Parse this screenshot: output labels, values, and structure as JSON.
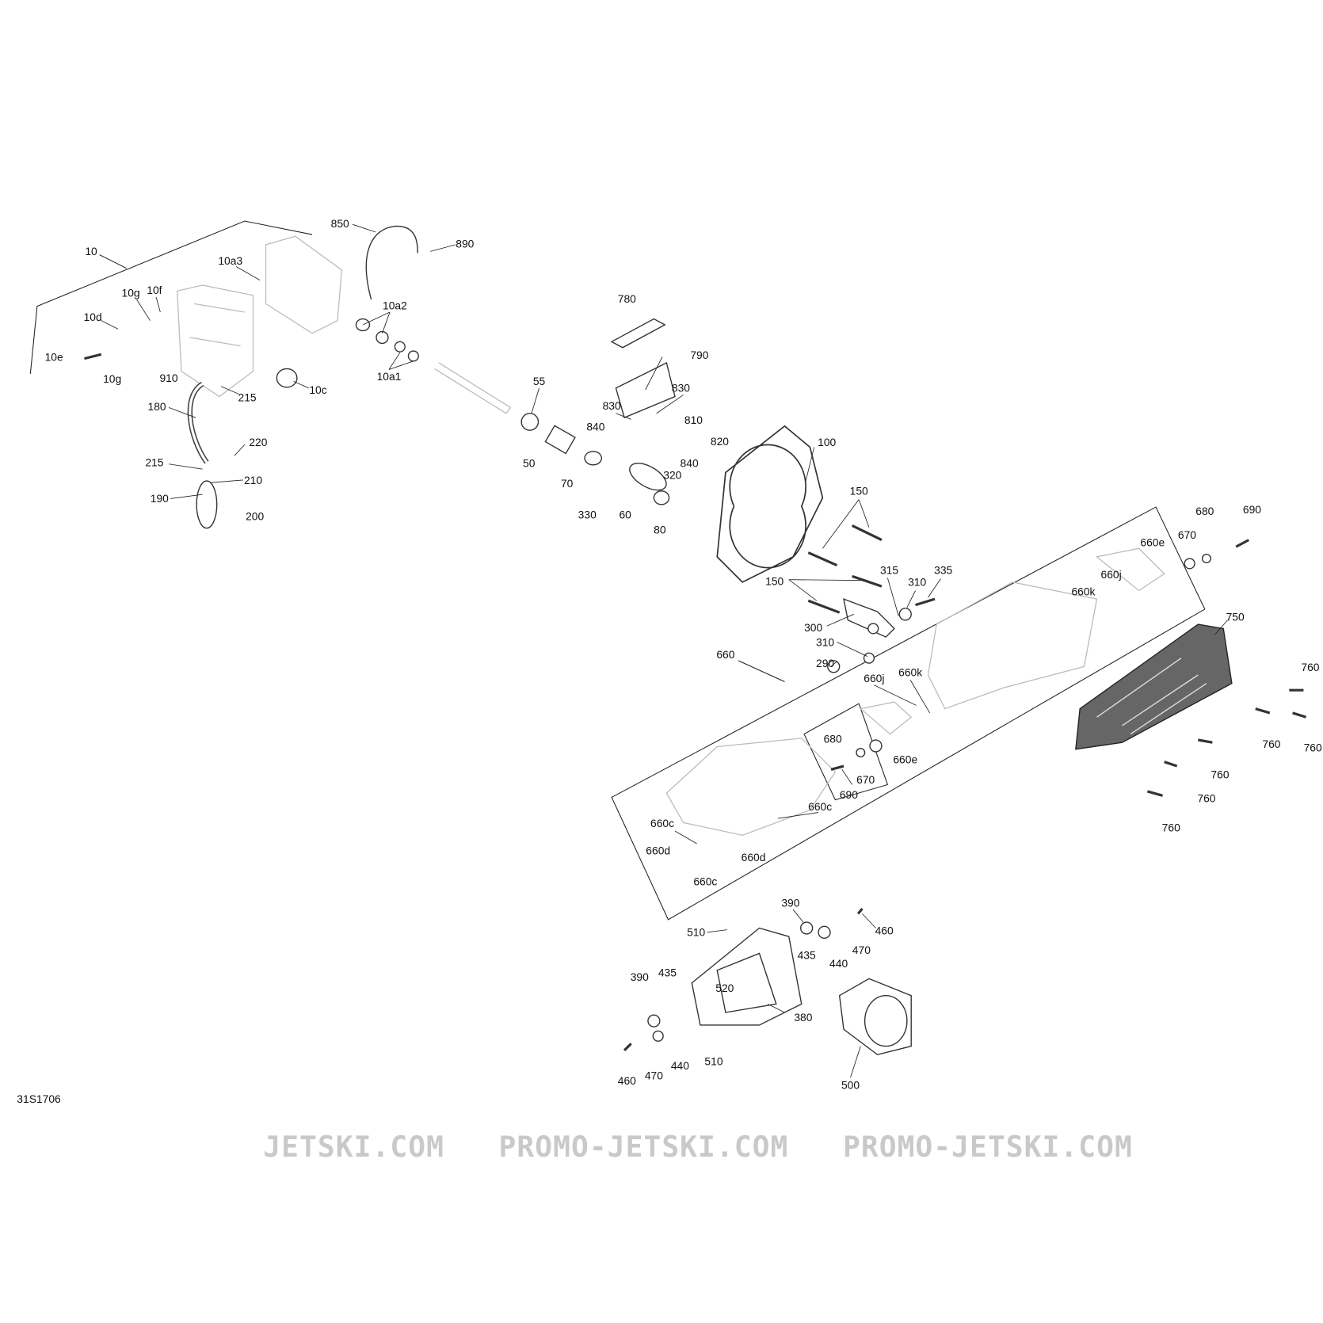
{
  "diagram_code": "31S1706",
  "watermark": "JETSKI.COM   PROMO-JETSKI.COM   PROMO-JETSKI.COM",
  "colors": {
    "line": "#222222",
    "part_outline": "#555555",
    "ghost_part": "#bbbbbb",
    "watermark": "#c9c9c9"
  },
  "callouts": [
    "10",
    "10a3",
    "850",
    "890",
    "10g",
    "10f",
    "10d",
    "10a2",
    "10e",
    "10g",
    "910",
    "10a1",
    "10c",
    "215",
    "180",
    "780",
    "790",
    "55",
    "830",
    "830",
    "840",
    "810",
    "820",
    "840",
    "100",
    "220",
    "215",
    "210",
    "190",
    "200",
    "50",
    "320",
    "70",
    "330",
    "60",
    "80",
    "150",
    "150",
    "315",
    "310",
    "335",
    "300",
    "310",
    "290",
    "680",
    "690",
    "670",
    "660e",
    "660j",
    "660k",
    "750",
    "660",
    "660j",
    "660k",
    "760",
    "760",
    "760",
    "760",
    "760",
    "760",
    "680",
    "670",
    "660e",
    "690",
    "660c",
    "660c",
    "660d",
    "660d",
    "660c",
    "390",
    "460",
    "510",
    "435",
    "470",
    "440",
    "390",
    "435",
    "520",
    "380",
    "440",
    "510",
    "470",
    "460",
    "500"
  ]
}
